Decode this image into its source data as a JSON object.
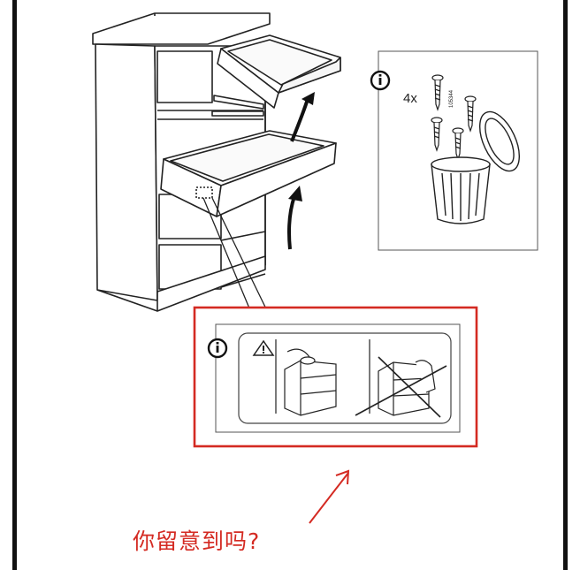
{
  "colors": {
    "annotation": "#d42a22",
    "line": "#222222",
    "panel_border": "#444444"
  },
  "info_panel": {
    "icon": "info-icon",
    "quantity": "4x",
    "part_number": "105344",
    "items": [
      "screw-icon",
      "trash-bin-icon"
    ]
  },
  "warning_panel": {
    "icon": "info-icon",
    "warning_icon": "warning-triangle-icon",
    "correct_image": "anchored-dresser-icon",
    "incorrect_image": "tipping-dresser-crossed-icon"
  },
  "annotation": {
    "caption": "你留意到吗?",
    "arrow": "red-arrow-icon"
  }
}
